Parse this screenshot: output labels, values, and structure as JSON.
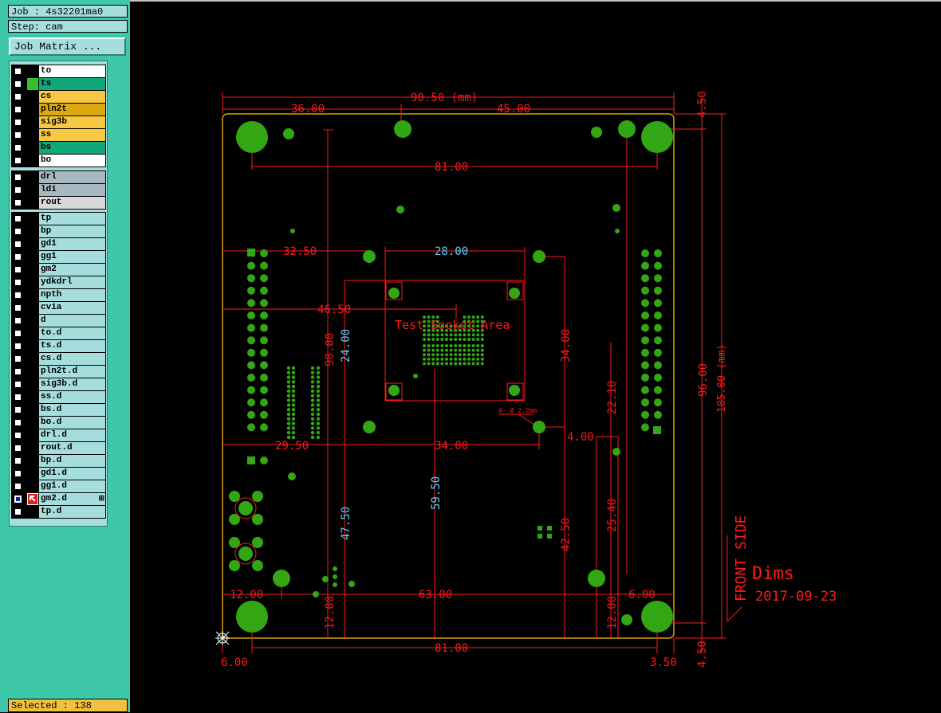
{
  "header": {
    "job": "Job : 4s32201ma0",
    "step": "Step: cam"
  },
  "job_matrix_label": "Job Matrix ...",
  "layer_groups": [
    {
      "layers": [
        {
          "name": "to",
          "color": "#ffffff"
        },
        {
          "name": "ts",
          "color": "#10a878",
          "affected": "#38c030"
        },
        {
          "name": "cs",
          "color": "#f7c844"
        },
        {
          "name": "pln2t",
          "color": "#dca814"
        },
        {
          "name": "sig3b",
          "color": "#f7c844"
        },
        {
          "name": "ss",
          "color": "#f7c844"
        },
        {
          "name": "bs",
          "color": "#10a878"
        },
        {
          "name": "bo",
          "color": "#ffffff"
        }
      ]
    },
    {
      "layers": [
        {
          "name": "drl",
          "color": "#a8b8c0"
        },
        {
          "name": "ldi",
          "color": "#a8b8c0"
        },
        {
          "name": "rout",
          "color": "#d8d8d8"
        }
      ]
    },
    {
      "layers": [
        {
          "name": "tp",
          "color": "#a6dede"
        },
        {
          "name": "bp",
          "color": "#a6dede"
        },
        {
          "name": "gd1",
          "color": "#a6dede"
        },
        {
          "name": "gg1",
          "color": "#a6dede"
        },
        {
          "name": "gm2",
          "color": "#a6dede"
        },
        {
          "name": "ydkdrl",
          "color": "#a6dede"
        },
        {
          "name": "npth",
          "color": "#a6dede"
        },
        {
          "name": "cvia",
          "color": "#a6dede"
        },
        {
          "name": "d",
          "color": "#a6dede"
        },
        {
          "name": "to.d",
          "color": "#a6dede"
        },
        {
          "name": "ts.d",
          "color": "#a6dede"
        },
        {
          "name": "cs.d",
          "color": "#a6dede"
        },
        {
          "name": "pln2t.d",
          "color": "#a6dede"
        },
        {
          "name": "sig3b.d",
          "color": "#a6dede"
        },
        {
          "name": "ss.d",
          "color": "#a6dede"
        },
        {
          "name": "bs.d",
          "color": "#a6dede"
        },
        {
          "name": "bo.d",
          "color": "#a6dede"
        },
        {
          "name": "drl.d",
          "color": "#a6dede"
        },
        {
          "name": "rout.d",
          "color": "#a6dede"
        },
        {
          "name": "bp.d",
          "color": "#a6dede"
        },
        {
          "name": "gd1.d",
          "color": "#a6dede"
        },
        {
          "name": "gg1.d",
          "color": "#a6dede"
        },
        {
          "name": "gm2.d",
          "color": "#a6dede",
          "checked": true,
          "work": true
        },
        {
          "name": "tp.d",
          "color": "#a6dede"
        }
      ]
    }
  ],
  "selected": "Selected : 138",
  "dims": {
    "top_total": "90.50 (mm)",
    "top_left": "36.00",
    "top_right": "45.00",
    "top_b": "81.00",
    "right_small_top": "4.50",
    "right_small_bottom": "4.50",
    "left_32": "32.50",
    "mid_28": "28.00",
    "left_46": "46.50",
    "left_29": "29.50",
    "mid_34": "34.00",
    "v_90": "90.00",
    "v_24": "24.00",
    "v_34": "34.00",
    "v_22": "22.10",
    "v_4": "4.00",
    "v_59": "59.50",
    "v_47": "47.50",
    "v_42": "42.50",
    "v_25": "25.40",
    "v_96": "96.00",
    "v_105": "105.00 (mm)",
    "b_12": "12.00",
    "b_63": "63.00",
    "b_6r": "6.00",
    "v_12l": "12.00",
    "v_12r": "12.00",
    "b_81": "81.00",
    "b_6": "6.00",
    "b_3": "3.50",
    "area_label": "Test Socket Area",
    "hole_note": "4- Ø 2.2mm",
    "front_side": "FRONT SIDE",
    "dims_label": "Dims",
    "date_label": "2017-09-23"
  },
  "colors": {
    "dim": "#ff1a1a",
    "pad": "#33a614",
    "outline": "#d8a000",
    "cyan": "#5ad0ff"
  }
}
